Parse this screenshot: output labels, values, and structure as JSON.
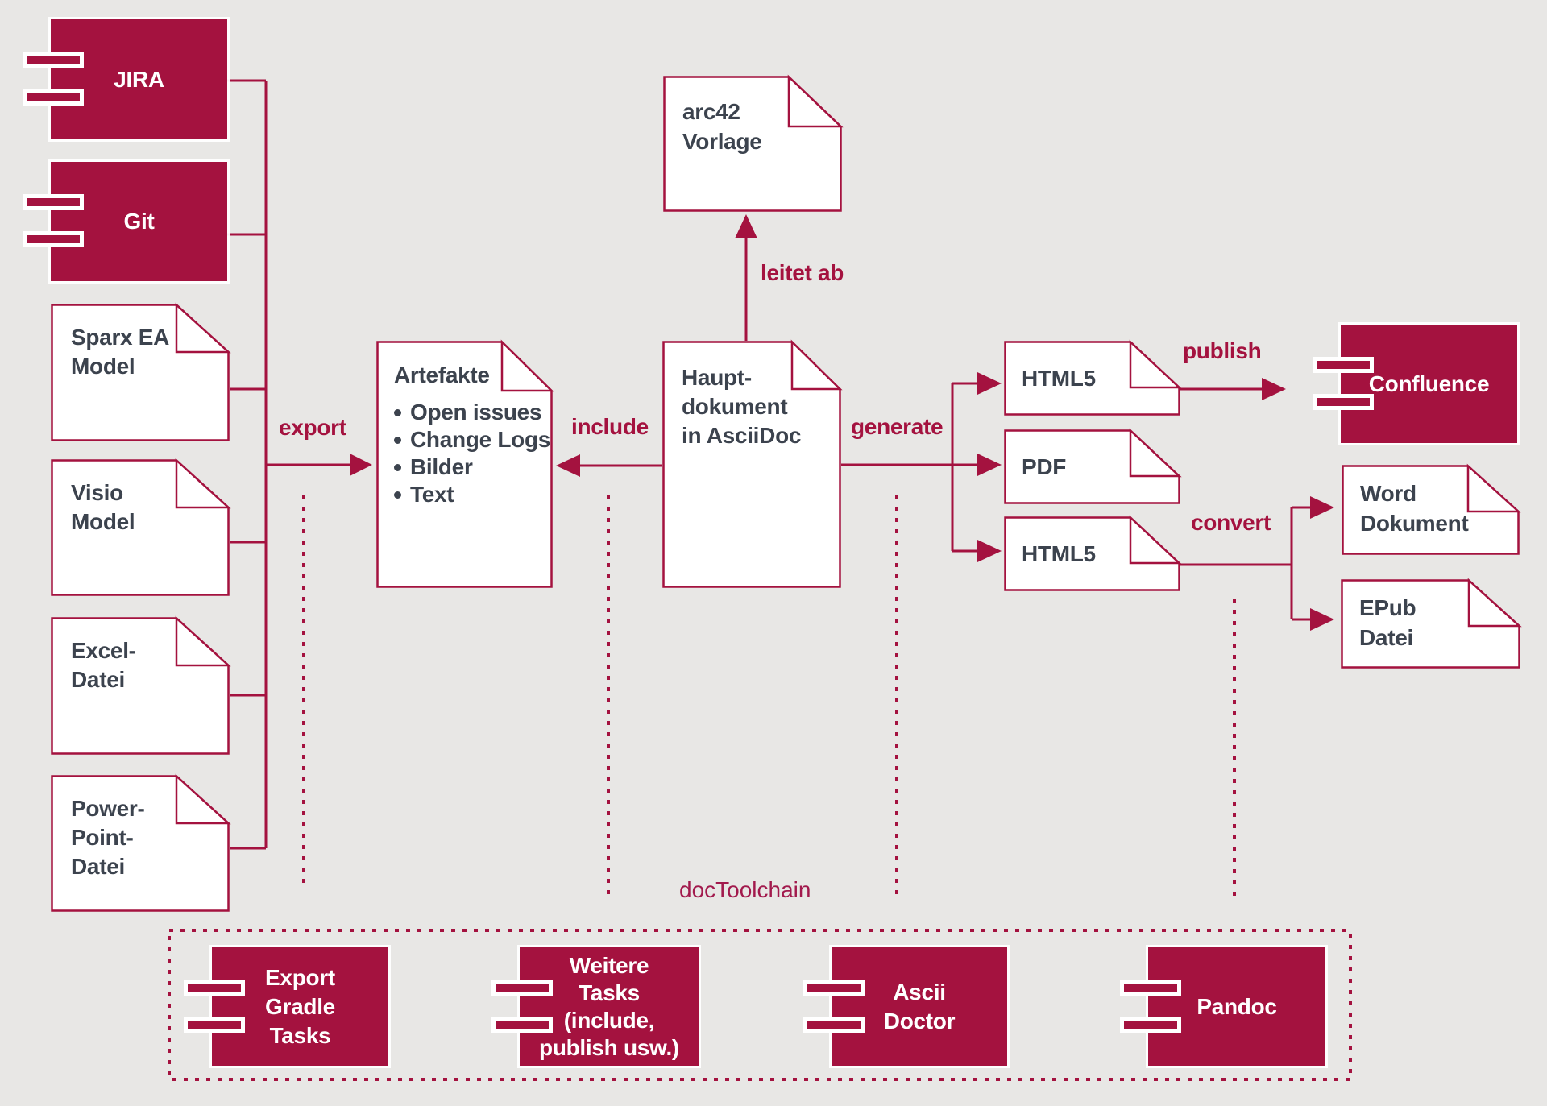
{
  "colors": {
    "accent": "#A4123F",
    "background": "#E8E7E5",
    "doc_text": "#3C434E"
  },
  "nodes": {
    "jira": {
      "label": "JIRA"
    },
    "git": {
      "label": "Git"
    },
    "sparx": {
      "lines": [
        "Sparx EA",
        "Model"
      ]
    },
    "visio": {
      "lines": [
        "Visio",
        "Model"
      ]
    },
    "excel": {
      "lines": [
        "Excel-",
        "Datei"
      ]
    },
    "powerpoint": {
      "lines": [
        "Power-",
        "Point-",
        "Datei"
      ]
    },
    "arc42": {
      "lines": [
        "arc42",
        "Vorlage"
      ]
    },
    "artefakte": {
      "title": "Artefakte",
      "bullets": [
        "Open issues",
        "Change Logs",
        "Bilder",
        "Text"
      ]
    },
    "hauptdokument": {
      "lines": [
        "Haupt-",
        "dokument",
        "in AsciiDoc"
      ]
    },
    "html5_top": {
      "label": "HTML5"
    },
    "pdf": {
      "label": "PDF"
    },
    "html5_bottom": {
      "label": "HTML5"
    },
    "confluence": {
      "label": "Confluence"
    },
    "word": {
      "lines": [
        "Word",
        "Dokument"
      ]
    },
    "epub": {
      "lines": [
        "EPub",
        "Datei"
      ]
    },
    "export_gradle_tasks": {
      "lines": [
        "Export",
        "Gradle",
        "Tasks"
      ]
    },
    "weitere_tasks": {
      "lines": [
        "Weitere",
        "Tasks",
        "(include,",
        "publish usw.)"
      ]
    },
    "ascii_doctor": {
      "lines": [
        "Ascii",
        "Doctor"
      ]
    },
    "pandoc": {
      "label": "Pandoc"
    }
  },
  "edges": {
    "export": "export",
    "include": "include",
    "leitet_ab": "leitet ab",
    "generate": "generate",
    "publish": "publish",
    "convert": "convert"
  },
  "group": {
    "doctoolchain": "docToolchain"
  }
}
